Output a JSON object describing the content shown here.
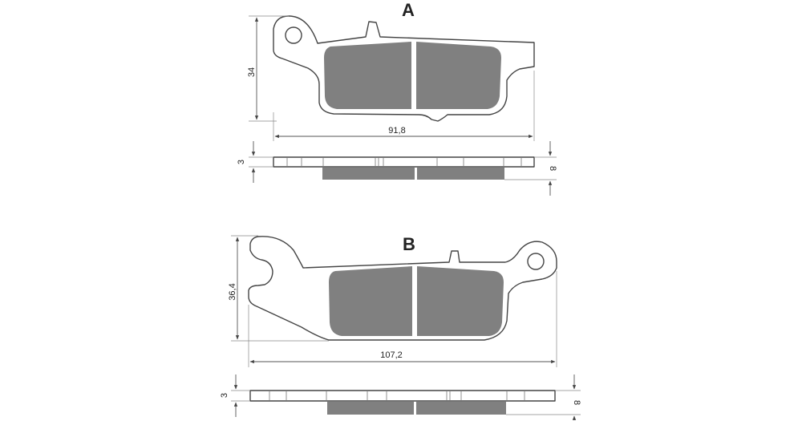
{
  "colors": {
    "friction": "#808080",
    "outline": "#444444",
    "background": "#ffffff"
  },
  "diagram": {
    "pad_a": {
      "title": "A",
      "height": "34",
      "width": "91,8",
      "plate_thickness": "3",
      "total_thickness": "8"
    },
    "pad_b": {
      "title": "B",
      "height": "36,4",
      "width": "107,2",
      "plate_thickness": "3",
      "total_thickness": "8"
    }
  }
}
